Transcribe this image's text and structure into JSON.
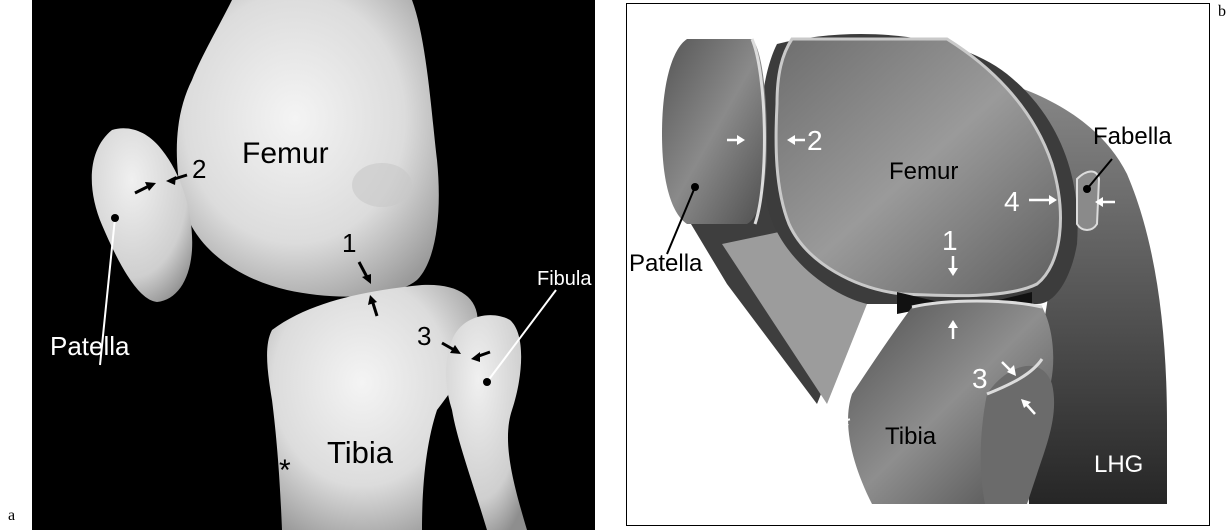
{
  "panel_a": {
    "letter": "a",
    "labels": {
      "femur": "Femur",
      "patella": "Patella",
      "tibia": "Tibia",
      "fibula": "Fibula",
      "n1": "1",
      "n2": "2",
      "n3": "3",
      "asterisk": "*"
    }
  },
  "panel_b": {
    "letter": "b",
    "labels": {
      "femur": "Femur",
      "patella": "Patella",
      "tibia": "Tibia",
      "fabella": "Fabella",
      "lhg": "LHG",
      "n1": "1",
      "n2": "2",
      "n3": "3",
      "n4": "4",
      "asterisk": "*"
    }
  }
}
